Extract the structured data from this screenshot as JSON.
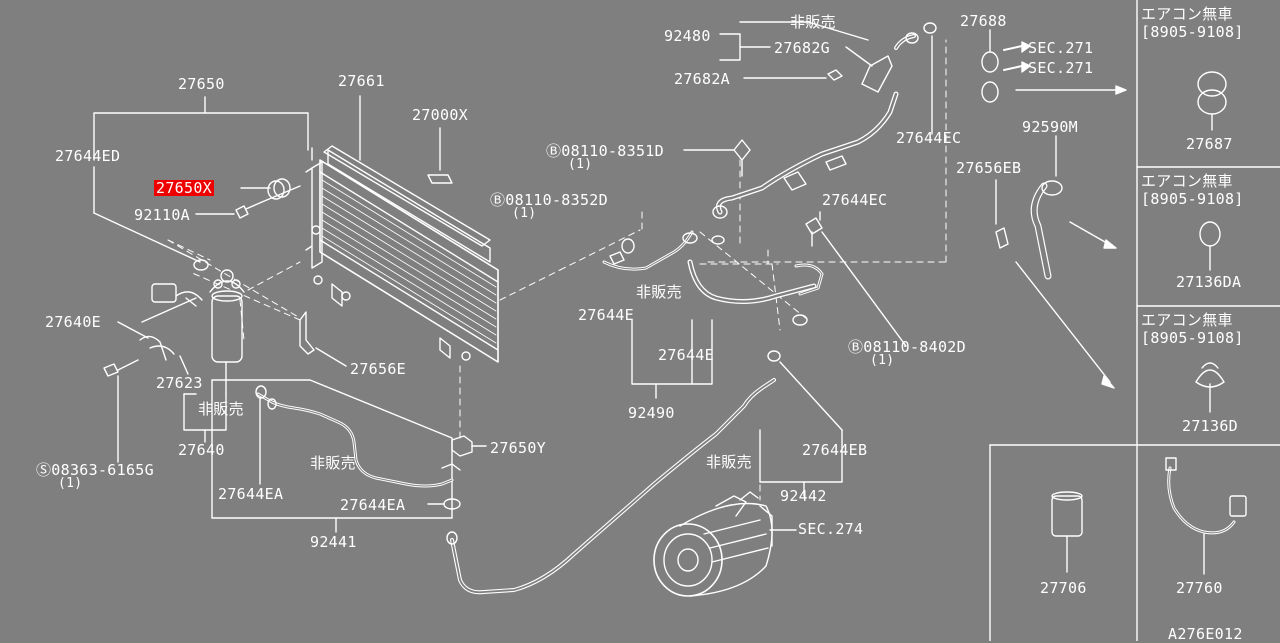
{
  "diagram": {
    "code": "A276E012",
    "highlight_color": "#ee0000",
    "background": "#7f7f7f",
    "line_color": "#ffffff",
    "callouts": {
      "c27650": "27650",
      "c27661": "27661",
      "c27000X": "27000X",
      "c27644ED": "27644ED",
      "c27650X": "27650X",
      "c92110A": "92110A",
      "c27640E": "27640E",
      "c27623": "27623",
      "hanbai1": "非販売",
      "c27640": "27640",
      "s08363": "Ⓢ08363-6165G",
      "s08363q": "(1)",
      "c27656E": "27656E",
      "c27644EA_1": "27644EA",
      "hanbai2": "非販売",
      "c27644EA_2": "27644EA",
      "c92441": "92441",
      "c27650Y": "27650Y",
      "b8352": "Ⓑ08110-8352D",
      "b8352q": "(1)",
      "hanbai3": "非販売",
      "c27644E_1": "27644E",
      "c27644E_2": "27644E",
      "c92490": "92490",
      "b8351": "Ⓑ08110-8351D",
      "b8351q": "(1)",
      "c92480": "92480",
      "hanbai4": "非販売",
      "c27682G": "27682G",
      "c27682A": "27682A",
      "c27688": "27688",
      "sec271a": "SEC.271",
      "sec271b": "SEC.271",
      "c27644EC_1": "27644EC",
      "c27644EC_2": "27644EC",
      "b8402": "Ⓑ08110-8402D",
      "b8402q": "(1)",
      "hanbai5": "非販売",
      "c27644EB": "27644EB",
      "c92442": "92442",
      "sec274": "SEC.274",
      "c27656EB": "27656EB",
      "c92590M": "92590M"
    },
    "side_panels": {
      "p1_title": "エアコン無車",
      "p1_range": "[8905-9108]",
      "p1_part": "27687",
      "p2_title": "エアコン無車",
      "p2_range": "[8905-9108]",
      "p2_part": "27136DA",
      "p3_title": "エアコン無車",
      "p3_range": "[8905-9108]",
      "p3_part": "27136D",
      "p4_part_a": "27706",
      "p4_part_b": "27760"
    }
  }
}
